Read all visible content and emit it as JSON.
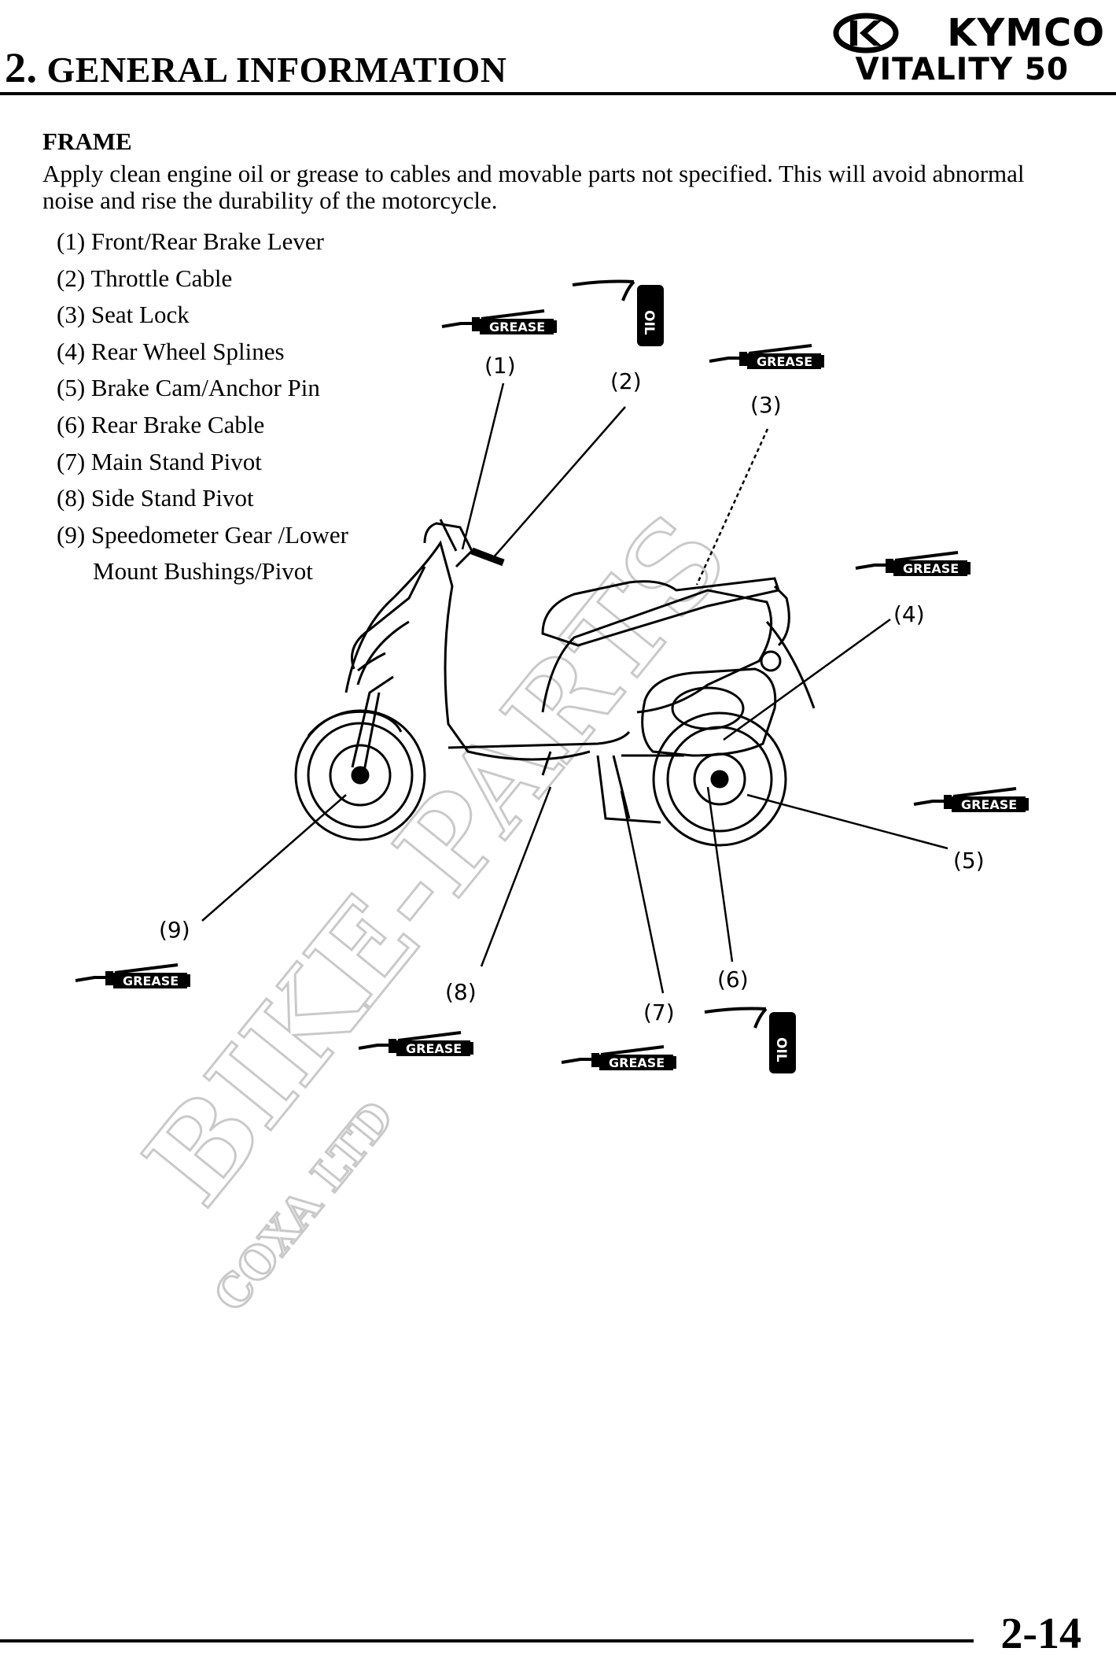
{
  "header": {
    "chapter_number": "2.",
    "chapter_title": "GENERAL INFORMATION",
    "brand": "KYMCO",
    "model": "VITALITY 50"
  },
  "section": {
    "title": "FRAME",
    "intro": "Apply clean engine oil or grease to cables and movable parts not specified.    This will avoid abnormal noise and rise the durability of the motorcycle.",
    "items": [
      "(1) Front/Rear Brake Lever",
      "(2) Throttle Cable",
      "(3) Seat Lock",
      "(4) Rear Wheel Splines",
      "(5) Brake Cam/Anchor Pin",
      "(6) Rear Brake Cable",
      "(7) Main Stand Pivot",
      "(8) Side Stand Pivot",
      "(9) Speedometer Gear /Lower"
    ],
    "item_continuation": "Mount Bushings/Pivot"
  },
  "figure": {
    "callouts": [
      "(1)",
      "(2)",
      "(3)",
      "(4)",
      "(5)",
      "(6)",
      "(7)",
      "(8)",
      "(9)"
    ],
    "grease_label": "GREASE",
    "oil_label": "OIL",
    "watermark_main": "BIKE-PARTS",
    "watermark_sub": "COXA LTD"
  },
  "footer": {
    "page_number": "2-14"
  }
}
